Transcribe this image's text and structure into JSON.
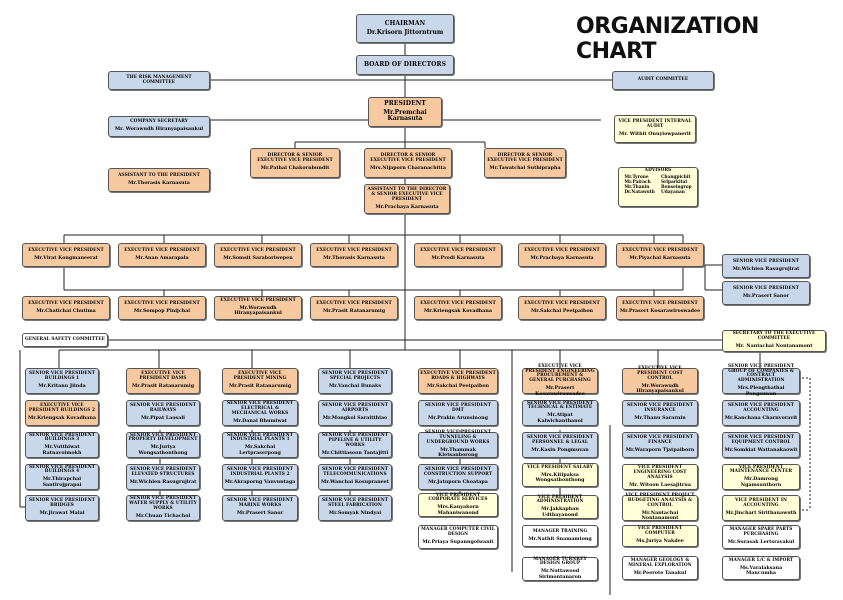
{
  "title": "ORGANIZATION CHART",
  "chairman": {
    "role": "CHAIRMAN",
    "name": "Dr.Krisorn Jittorntrum"
  },
  "board": {
    "role": "BOARD OF DIRECTORS"
  },
  "risk": {
    "role": "THE RISK MANAGEMENT COMMITTEE"
  },
  "audit_committee": {
    "role": "AUDIT COMMITTEE"
  },
  "company_secretary": {
    "role": "COMPANY SECRETARY",
    "name": "Mr. Worawudh Hiranyapaisankul"
  },
  "president": {
    "role": "PRESIDENT",
    "name": "Mr.Premchai Karnasuta"
  },
  "vp_internal_audit": {
    "role": "VICE PRESIDENT INTERNAL AUDIT",
    "name": "Mr. Withit Onuyiowpanerit"
  },
  "assistant_president": {
    "role": "ASSISTANT TO THE PRESIDENT",
    "name": "Mr.Thorasis Karnasuta"
  },
  "directors": [
    {
      "role": "DIRECTOR & SENIOR EXECUTIVE VICE PRESIDENT",
      "name": "Mr.Pathai Chakornbundit"
    },
    {
      "role": "DIRECTOR & SENIOR EXECUTIVE VICE PRESIDENT",
      "name": "Mrs.Nijaporn Charanachitta"
    },
    {
      "role": "DIRECTOR & SENIOR EXECUTIVE VICE PRESIDENT",
      "name": "Mr.Tawatchai Suthiprapha"
    }
  ],
  "assistant_director": {
    "role": "ASSISTANT TO THE DIRECTOR & SENIOR EXECUTIVE VICE PRESIDENT",
    "name": "Mr.Prachaya Karnasuta"
  },
  "advisors": {
    "title": "ADVISORS",
    "names": [
      "Mr.Tyrone",
      "Changpichit",
      "Mr.Pairach",
      "Sriparkitat",
      "Mr.Thanin",
      "Bonseingrop",
      "Dr.Natawuth",
      "Udayanan"
    ]
  },
  "evp_row1": [
    {
      "role": "EXECUTIVE VICE PRESIDENT",
      "name": "Mr.Virat Kongmaneerat"
    },
    {
      "role": "EXECUTIVE VICE PRESIDENT",
      "name": "Mr.Anan Amarapala"
    },
    {
      "role": "EXECUTIVE VICE PRESIDENT",
      "name": "Mr.Somsit Saraboriwepen"
    },
    {
      "role": "EXECUTIVE VICE PRESIDENT",
      "name": "Mr.Thorasis Karnasuta"
    },
    {
      "role": "EXECUTIVE VICE PRESIDENT",
      "name": "Mr.Prodi Karnasuta"
    },
    {
      "role": "EXECUTIVE VICE PRESIDENT",
      "name": "Mr.Prachaya Karnasuta"
    },
    {
      "role": "EXECUTIVE VICE PRESIDENT",
      "name": "Mr.Piyachai Karnasuta"
    }
  ],
  "evp_row2": [
    {
      "role": "EXECUTIVE VICE PRESIDENT",
      "name": "Mr.Chatichai Chutima"
    },
    {
      "role": "EXECUTIVE VICE PRESIDENT",
      "name": "Mr.Sompop Pinijchai"
    },
    {
      "role": "EXECUTIVE VICE PRESIDENT",
      "name": "Mr.Worawudh Hiranyapaisankul"
    },
    {
      "role": "EXECUTIVE VICE PRESIDENT",
      "name": "Mr.Prasit Ratanarumig"
    },
    {
      "role": "EXECUTIVE VICE PRESIDENT",
      "name": "Mr.Kriengsak Kovadhana"
    },
    {
      "role": "EXECUTIVE VICE PRESIDENT",
      "name": "Mr.Sakchai Peetpaibon"
    },
    {
      "role": "EXECUTIVE VICE PRESIDENT",
      "name": "Mr.Prasert Kosarawiroswadee"
    }
  ],
  "svp_side": [
    {
      "role": "SENIOR VICE PRESIDENT",
      "name": "Mr.Wichien Rasugrujirat"
    },
    {
      "role": "SENIOR VICE PRESIDENT",
      "name": "Mr.Prasert Sanor"
    }
  ],
  "general_safety": {
    "role": "GENERAL SAFETY COMMITTEE"
  },
  "secretary_exec": {
    "role": "SECRETARY TO THE EXECUTIVE COMMITTEE",
    "name": "Mr. Nantachai Nontanamont"
  },
  "grid": [
    [
      {
        "role": "SENIOR VICE PRESIDENT BUILDINGS 1",
        "name": "Mr.Kritanu Jiinda"
      },
      {
        "role": "EXECUTIVE VICE PRESIDENT BUILDINGS 2",
        "name": "Mr.Kriengsak Kovadhana"
      },
      {
        "role": "SENIOR VICE PRESIDENT BUILDINGS 3",
        "name": "Mr.Vutthiwat Ratnavoimokh"
      },
      {
        "role": "SENIOR VICE PRESIDENT BUILDINGS 4",
        "name": "Mr.Thirapchai Santirojprapai"
      },
      {
        "role": "SENIOR VICE PRESIDENT BRIDGES",
        "name": "Mr.Jirawat Malai"
      }
    ],
    [
      {
        "role": "EXECUTIVE VICE PRESIDENT DAMS",
        "name": "Mr.Prasit Ratanarumig"
      },
      {
        "role": "SENIOR VICE PRESIDENT RAILWAYS",
        "name": "Mr.Pipat Laosali"
      },
      {
        "role": "SENIOR VICE PRESIDENT PROPERTY DEVELOPMENT",
        "name": "Mr.Juriya Wongsathonthong"
      },
      {
        "role": "SENIOR VICE PRESIDENT ELEVATED STRUCTURES",
        "name": "Mr.Wichien Rasugrujirat"
      },
      {
        "role": "SENIOR VICE PRESIDENT WATER SUPPLY & UTILITY WORKS",
        "name": "Mr.Chuan Tichachol"
      }
    ],
    [
      {
        "role": "EXECUTIVE VICE PRESIDENT MINING",
        "name": "Mr.Prasit Ratanarumig"
      },
      {
        "role": "SENIOR VICE PRESIDENT ELECTRICAL & MECHANICAL WORKS",
        "name": "Mr.Danai Bhumiwat"
      },
      {
        "role": "SENIOR VICE PRESIDENT INDUSTRIAL PLANTS 1",
        "name": "Mr.Sakchai Lertpraserpong"
      },
      {
        "role": "SENIOR VICE PRESIDENT INDUSTRIAL PLANTS 2",
        "name": "Mr.Akraporng Vanvuntaga"
      },
      {
        "role": "SENIOR VICE PRESIDENT MARINE WORKS",
        "name": "Mr.Prasert Sanor"
      }
    ],
    [
      {
        "role": "SENIOR VICE PRESIDENT SPECIAL PROJECTS",
        "name": "Mr.Vanchai Bunaks"
      },
      {
        "role": "SENIOR VICE PRESIDENT AIRPORTS",
        "name": "Mr.Mongkol Saraitthiao"
      },
      {
        "role": "SENIOR VICE PRESIDENT PIPELINE & UTILITY WORKS",
        "name": "Mr.Chittiasoon Tantajitti"
      },
      {
        "role": "SENIOR VICE PRESIDENT TELECOMMUNICATIONS",
        "name": "Mr.Wanchai Kosupraneet"
      },
      {
        "role": "SENIOR VICE PRESIDENT STEEL FABRICATION",
        "name": "Mr.Somyak Nindyai"
      }
    ],
    [
      {
        "role": "EXECUTIVE VICE PRESIDENT ROADS & HIGHWAYS",
        "name": "Mr.Sakchai Peetpaibon"
      },
      {
        "role": "SENIOR VICE PRESIDENT DMT",
        "name": "Mr.Prakin Arunsinong"
      },
      {
        "role": "SENIOR VICE PRESIDENT TUNNELING & UNDERGROUND WORKS",
        "name": "Mr.Thammak Kietsanborong"
      },
      {
        "role": "SENIOR VICE PRESIDENT CONSTRUCTION SUPPORT",
        "name": "Mr.Jatuporn Choatapa"
      }
    ],
    [
      {
        "role": "EXECUTIVE VICE PRESIDENT ENGINEERING PROCUREMENT & GENERAL PURCHASING",
        "name": "Mr.Prasert Kosarawiroswadee"
      },
      {
        "role": "SENIOR VICE PRESIDENT TECHNICAL & ESTIMATE",
        "name": "Mr.Atipat Kalwichanthanol"
      },
      {
        "role": "SENIOR VICE PRESIDENT PERSONNEL & LEGAL",
        "name": "Mr.Kasin Pongmuvan"
      }
    ],
    [
      {
        "role": "EXECUTIVE VICE PRESIDENT COST CONTROL",
        "name": "Mr.Worawudh Hiranyapaisankul"
      },
      {
        "role": "SENIOR VICE PRESIDENT INSURANCE",
        "name": "Mr.Thanu Sararnin"
      },
      {
        "role": "SENIOR VICE PRESIDENT FINANCE",
        "name": "Mr.Waraporn Tjatpaiborn"
      },
      {
        "role": "VICE PRESIDENT ENGINEERING COST ANALYSIS",
        "name": "Mr. Witoon Laesajitrua"
      },
      {
        "role": "VICE PRESIDENT PROJECT BUDGETING ANALYSIS & CONTROL",
        "name": "Mr.Nantachai Nontanamont"
      }
    ],
    [
      {
        "role": "SENIOR VICE PRESIDENT GROUP OF COMPANIES & CONTRACT ADMINISTRATION",
        "name": "Mrs.Plengthathai Pongsuwan"
      },
      {
        "role": "SENIOR VICE PRESIDENT ACCOUNTING",
        "name": "Mr.Kanchana Charnvoravit"
      },
      {
        "role": "SENIOR VICE PRESIDENT EQUIPMENT CONTROL",
        "name": "Mr.Somkiat Wattanakaowit"
      },
      {
        "role": "VICE PRESIDENT MAINTENANCE CENTER",
        "name": "Mr.Damrong Ngamsunthorn"
      },
      {
        "role": "VICE PRESIDENT IN ACCOUNTING",
        "name": "Mr.Jinchart Sirithanawuth"
      }
    ]
  ],
  "extras": [
    {
      "role": "VICE PRESIDENT SALARY",
      "name": "Mrs.Kitipaksa Wongsathonthong"
    },
    {
      "role": "VICE PRESIDENT CORPORATE SERVICES",
      "name": "Mrs.Kanyakorn Mahaniwanond"
    },
    {
      "role": "VICE PRESIDENT ADMINISTRATION",
      "name": "Mr.Jakkaphan Udthayanond"
    },
    {
      "role": "MANAGER COMPUTER CIVIL DESIGN",
      "name": "Mr.Priaya Supanngolwanit"
    },
    {
      "role": "MANAGER TRAINING",
      "name": "Mr.Nathit Snamamtong"
    },
    {
      "role": "MANAGER TURNKEY DESIGN GROUP",
      "name": "Mr.Nuttawood Sirimontanaron"
    },
    {
      "role": "VICE PRESIDENT COMPUTER",
      "name": "Ms.Juriya Nakdee"
    },
    {
      "role": "MANAGER GEOLOGY & MINERAL EXPLORATION",
      "name": "Mr.Peerote Tanakul"
    },
    {
      "role": "MANAGER SPARE PARTS PURCHASING",
      "name": "Mr.Surasak Lertsravakul"
    },
    {
      "role": "MANAGER L/C & IMPORT",
      "name": "Ms.Varalaksana Mancumha"
    }
  ]
}
